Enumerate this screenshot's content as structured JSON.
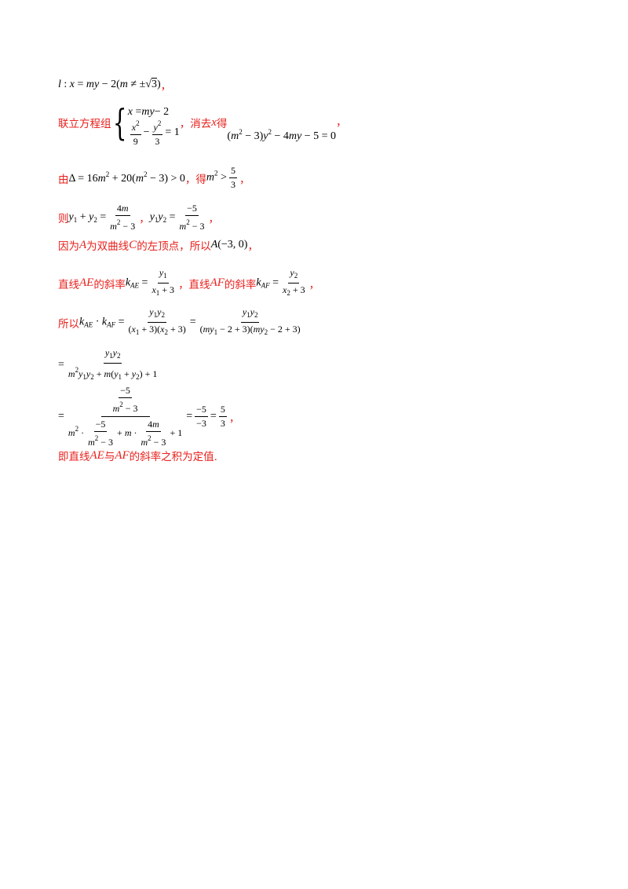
{
  "lines": {
    "l1": {
      "text": "，"
    },
    "l2": {
      "prefix": "联立方程组",
      "mid": "，消去",
      "var": "x",
      "suffix": "得",
      "end": "，"
    },
    "l3": {
      "prefix": "由",
      "mid": "，得",
      "end": "，"
    },
    "l4": {
      "prefix": "则",
      "mid": "，",
      "end": "，"
    },
    "l5": {
      "p1": "因为",
      "v1": "A",
      "p2": "为双曲线",
      "v2": "C",
      "p3": "的左顶点，所以",
      "end": "，"
    },
    "l6": {
      "p1": "直线",
      "v1": "AE",
      "p2": "的斜率",
      "mid": "，直线",
      "v2": "AF",
      "p3": "的斜率",
      "end": "，"
    },
    "l7": {
      "prefix": "所以"
    },
    "l9": {
      "end": "，"
    },
    "l10": {
      "p1": "即直线",
      "v1": "AE",
      "p2": "与",
      "v2": "AF",
      "p3": "的斜率之积为定值."
    }
  },
  "colors": {
    "text_red": "#e8201c",
    "math_black": "#000000"
  }
}
